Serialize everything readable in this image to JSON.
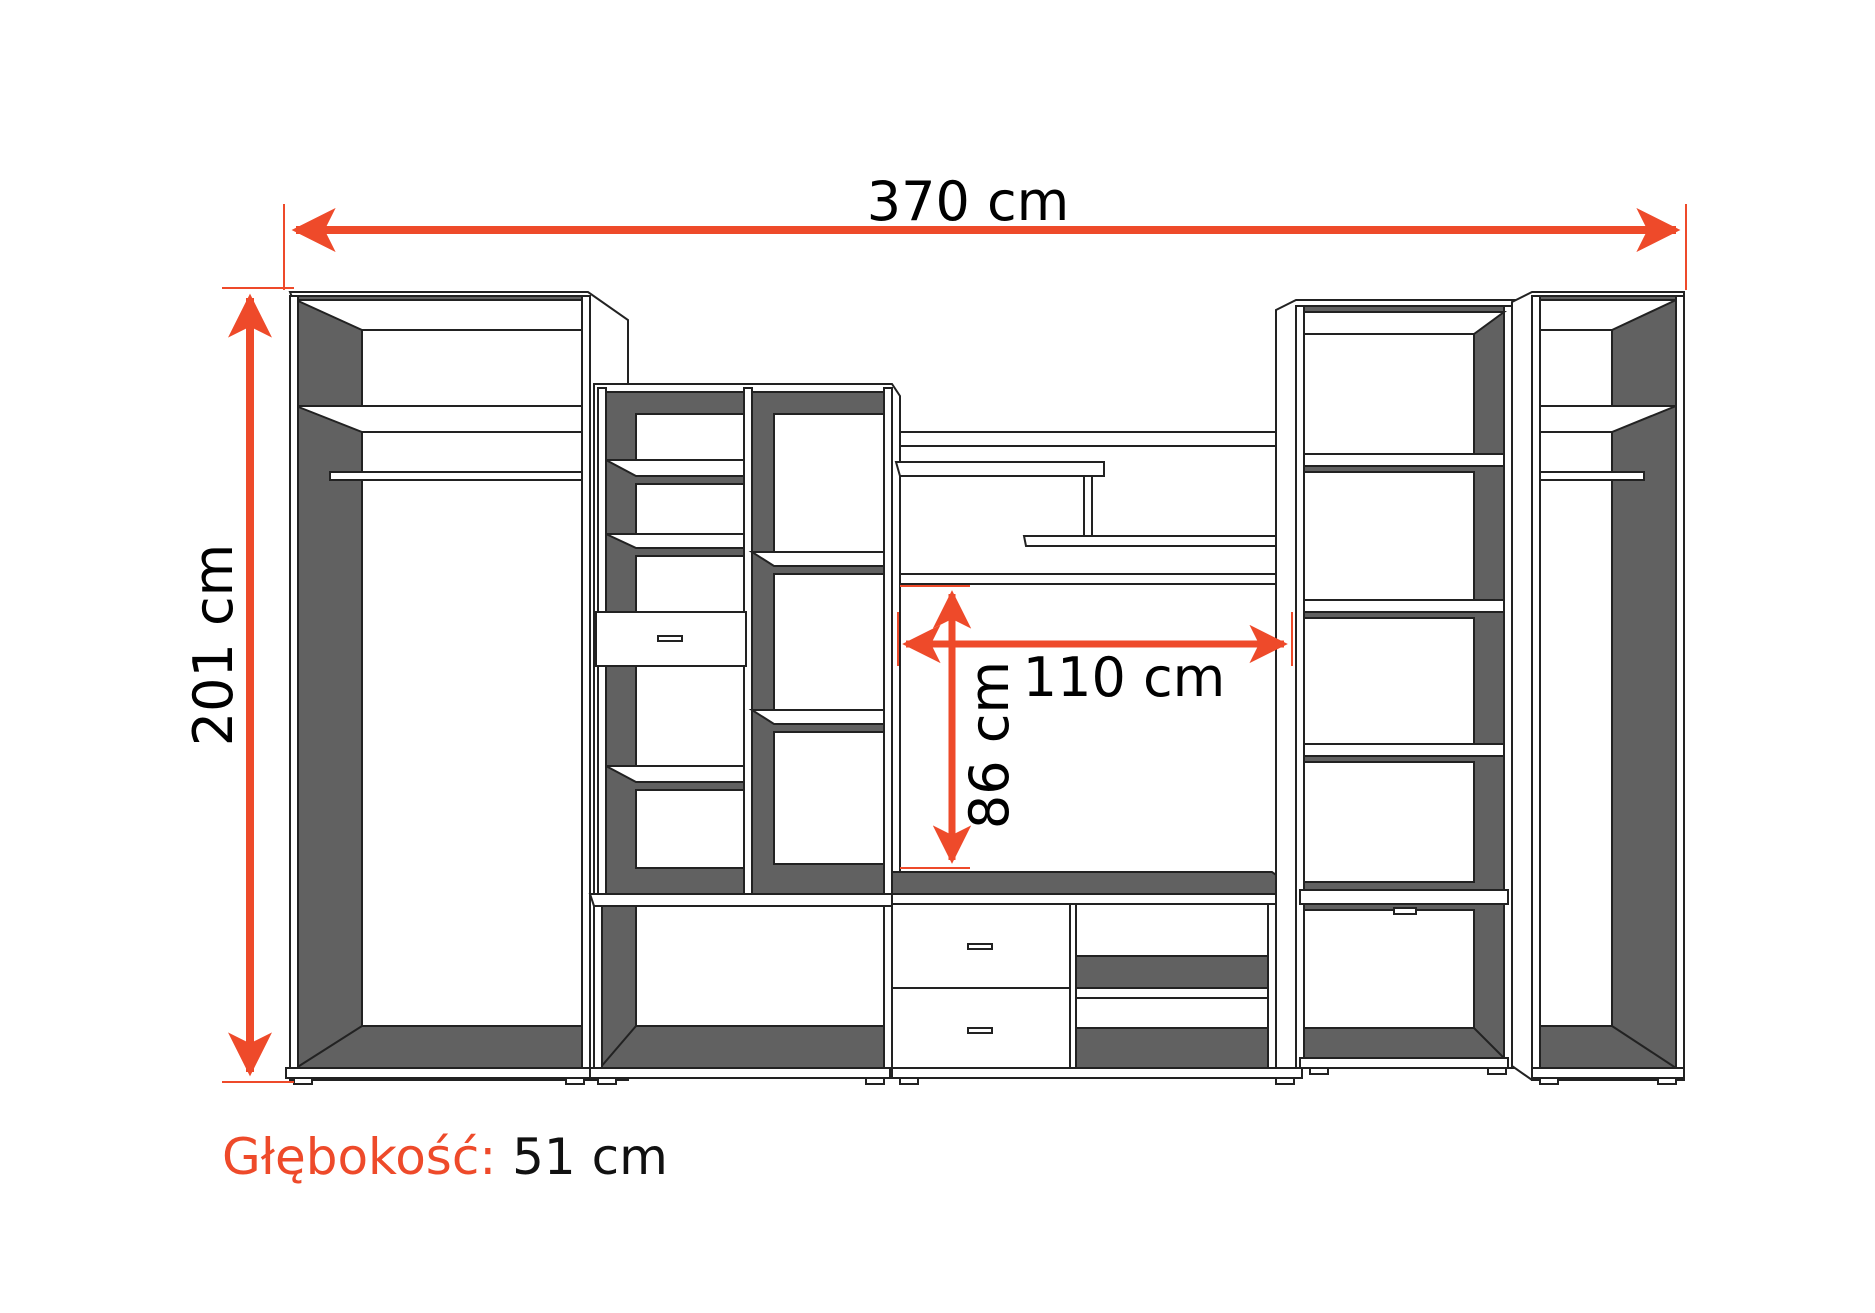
{
  "diagram": {
    "total_width": "370 cm",
    "total_height": "201 cm",
    "tv_niche_width": "110 cm",
    "tv_niche_height": "86 cm"
  },
  "depth": {
    "label": "Głębokość:",
    "value": "51 cm"
  },
  "colors": {
    "accent": "#ee4a2a",
    "panel": "#616161",
    "outline": "#222222",
    "board": "#ffffff"
  }
}
